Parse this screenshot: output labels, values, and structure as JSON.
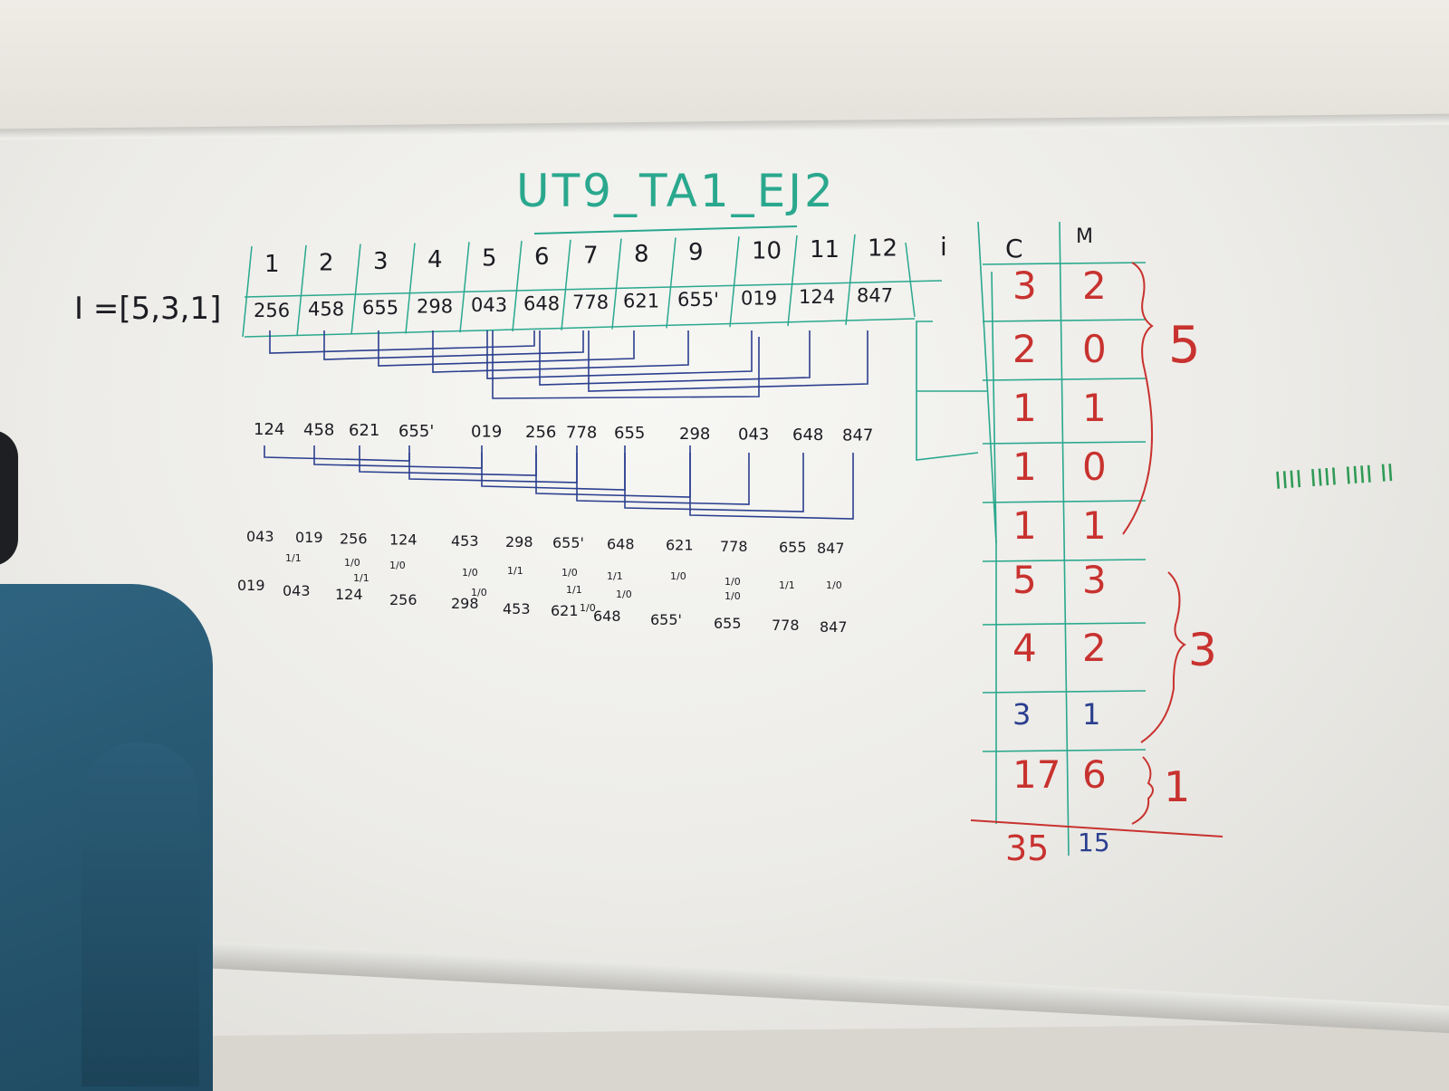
{
  "title": "UT9_TA1_EJ2",
  "increments": "I =[5,3,1]",
  "indices": [
    "1",
    "2",
    "3",
    "4",
    "5",
    "6",
    "7",
    "8",
    "9",
    "10",
    "11",
    "12"
  ],
  "i_label": "i",
  "original": [
    "256",
    "458",
    "655",
    "298",
    "043",
    "648",
    "778",
    "621",
    "655'",
    "019",
    "124",
    "847"
  ],
  "pass1": [
    "124",
    "458",
    "621",
    "655'",
    "019",
    "256",
    "778",
    "655",
    "298",
    "043",
    "648",
    "847"
  ],
  "compare_row": [
    "043",
    "019",
    "256",
    "124",
    "453",
    "298",
    "655'",
    "648",
    "621",
    "778",
    "655",
    "847"
  ],
  "compare_marks": [
    "1/1",
    "1/0",
    "1/1",
    "1/0",
    "1/0",
    "1/1",
    "1/0",
    "1/1",
    "1/0",
    "1/0",
    "1/1",
    "1/0",
    "1/0",
    "1/1",
    "1/0",
    "1/0",
    "1/0"
  ],
  "final_row": [
    "019",
    "043",
    "124",
    "256",
    "298",
    "453",
    "621",
    "648",
    "655'",
    "655",
    "778",
    "847"
  ],
  "table": {
    "col_c": "C",
    "col_m": "M",
    "rows": [
      {
        "c": "3",
        "m": "2"
      },
      {
        "c": "2",
        "m": "0"
      },
      {
        "c": "1",
        "m": "1"
      },
      {
        "c": "1",
        "m": "0"
      },
      {
        "c": "1",
        "m": "1"
      },
      {
        "c": "5",
        "m": "3"
      },
      {
        "c": "4",
        "m": "2"
      },
      {
        "c": "3",
        "m": "1"
      },
      {
        "c": "17",
        "m": "6"
      }
    ],
    "total_c": "35",
    "total_m": "15",
    "brace_labels": [
      "5",
      "3",
      "1"
    ]
  },
  "tally": "IIII IIII IIII II",
  "colors": {
    "teal": "#2aa88e",
    "black": "#1b1b22",
    "blue": "#2b3f8f",
    "red": "#c8322f",
    "green": "#2e9a55"
  }
}
